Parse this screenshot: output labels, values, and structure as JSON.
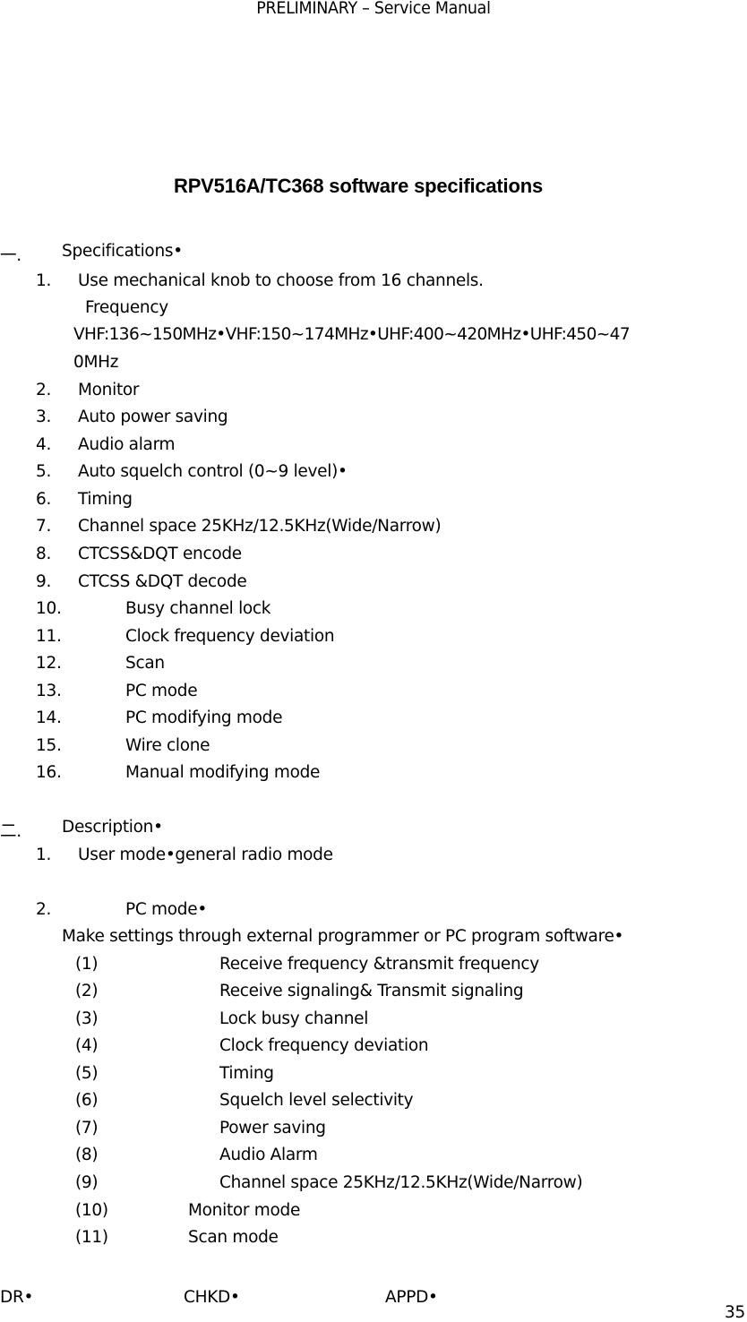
{
  "header": {
    "running_title": "PRELIMINARY – Service Manual"
  },
  "title": "RPV516A/TC368 software specifications",
  "section1": {
    "number": "一.",
    "label": "Specifications•",
    "items": [
      {
        "num": "1.",
        "text": "Use mechanical knob to choose from 16 channels."
      },
      {
        "num": "2.",
        "text": "Monitor"
      },
      {
        "num": "3.",
        "text": "Auto power saving"
      },
      {
        "num": "4.",
        "text": "Audio alarm"
      },
      {
        "num": "5.",
        "text": "Auto squelch control (0~9 level)•"
      },
      {
        "num": "6.",
        "text": "Timing"
      },
      {
        "num": "7.",
        "text": "Channel space 25KHz/12.5KHz(Wide/Narrow)"
      },
      {
        "num": "8.",
        "text": "CTCSS&DQT encode"
      },
      {
        "num": "9.",
        "text": "CTCSS &DQT decode"
      },
      {
        "num": "10.",
        "text": "Busy channel lock"
      },
      {
        "num": "11.",
        "text": "Clock frequency deviation"
      },
      {
        "num": "12.",
        "text": "Scan"
      },
      {
        "num": "13.",
        "text": "PC mode"
      },
      {
        "num": "14.",
        "text": "PC modifying mode"
      },
      {
        "num": "15.",
        "text": "Wire clone"
      },
      {
        "num": "16.",
        "text": "Manual modifying mode"
      }
    ],
    "frequency_label": "Frequency",
    "frequency_line1": "VHF:136~150MHz•VHF:150~174MHz•UHF:400~420MHz•UHF:450~47",
    "frequency_line2": "0MHz"
  },
  "section2": {
    "number": "二.",
    "label": "Description•",
    "items": [
      {
        "num": "1.",
        "text": "User mode•general radio mode"
      },
      {
        "num": "2.",
        "text": "PC mode•"
      }
    ],
    "pc_mode_intro": "Make settings through external programmer or PC program software•",
    "sub_items": [
      {
        "num": "(1)",
        "text": "Receive frequency &transmit frequency"
      },
      {
        "num": "(2)",
        "text": "Receive signaling& Transmit signaling"
      },
      {
        "num": "(3)",
        "text": "Lock busy channel"
      },
      {
        "num": "(4)",
        "text": "Clock frequency deviation"
      },
      {
        "num": "(5)",
        "text": "Timing"
      },
      {
        "num": "(6)",
        "text": "Squelch level selectivity"
      },
      {
        "num": "(7)",
        "text": "Power saving"
      },
      {
        "num": "(8)",
        "text": "Audio Alarm"
      },
      {
        "num": "(9)",
        "text": "Channel space 25KHz/12.5KHz(Wide/Narrow)"
      },
      {
        "num": "(10)",
        "text": "Monitor mode"
      },
      {
        "num": "(11)",
        "text": "Scan mode"
      }
    ]
  },
  "footer": {
    "dr": "DR•",
    "chkd": "CHKD•",
    "appd": "APPD•",
    "page_number": "35"
  }
}
